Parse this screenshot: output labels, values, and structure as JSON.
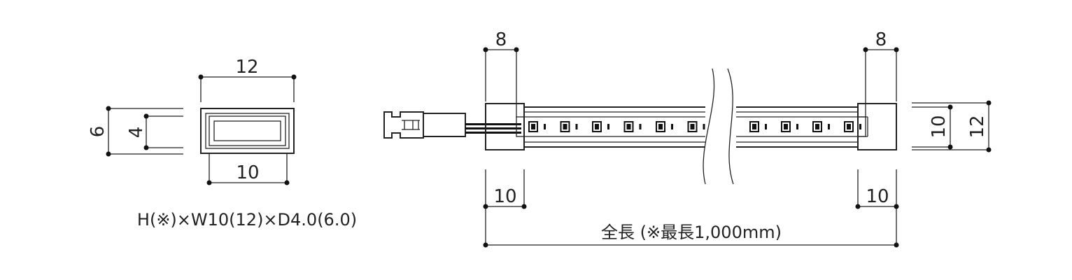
{
  "cross_section": {
    "width_outer": "12",
    "width_inner": "10",
    "height_outer": "6",
    "height_inner": "4",
    "spec": "H(※)×W10(12)×D4.0(6.0)",
    "colors": {
      "lens": "#eaf5fb",
      "line": "#222222"
    }
  },
  "side_view": {
    "left_end_cap_width": "8",
    "right_end_cap_width": "8",
    "left_end_length": "10",
    "right_end_length": "10",
    "height_outer": "12",
    "height_inner": "10",
    "total_length": "全長 (※最長1,000mm)",
    "led_count_left": 6,
    "led_count_right": 4,
    "colors": {
      "cable": "#111111",
      "line": "#222222"
    }
  }
}
